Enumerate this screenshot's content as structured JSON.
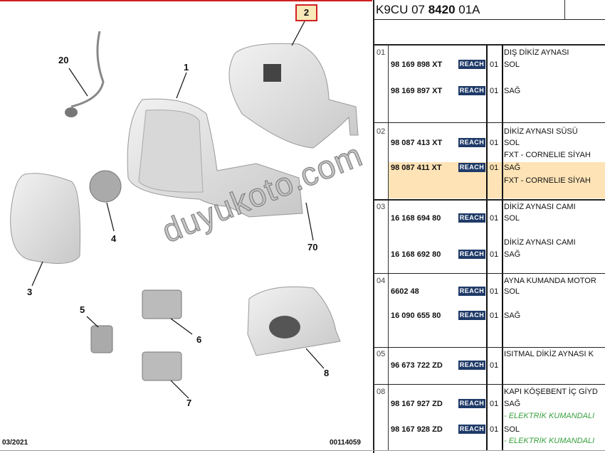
{
  "diagram": {
    "callouts": [
      "20",
      "1",
      "2",
      "3",
      "4",
      "5",
      "6",
      "7",
      "8",
      "70"
    ],
    "date": "03/2021",
    "code": "00114059",
    "highlight_color": "#d02020"
  },
  "table": {
    "header": {
      "prefix": "K9CU 07 ",
      "bold": "8420",
      "suffix": " 01A"
    },
    "sections": [
      {
        "num": "01",
        "title": "DIŞ DİKİZ AYNASI",
        "rows": [
          {
            "part": "98 169 898 XT",
            "qty": "01",
            "side": "SOL"
          },
          {
            "part": "98 169 897 XT",
            "qty": "01",
            "side": "SAĞ"
          }
        ]
      },
      {
        "num": "02",
        "title": "DİKİZ AYNASI SÜSÜ",
        "rows": [
          {
            "part": "98 087 413 XT",
            "qty": "01",
            "side": "SOL",
            "note": "FXT - CORNELIE SİYAH"
          },
          {
            "part": "98 087 411 XT",
            "qty": "01",
            "side": "SAĞ",
            "note": "FXT - CORNELIE SİYAH",
            "selected": true
          }
        ]
      },
      {
        "num": "03",
        "title": "DİKİZ AYNASI CAMI",
        "rows": [
          {
            "part": "16 168 694 80",
            "qty": "01",
            "side": "SOL"
          },
          {
            "part": "16 168 692 80",
            "qty": "01",
            "side": "SAĞ",
            "title": "DİKİZ AYNASI CAMI"
          }
        ]
      },
      {
        "num": "04",
        "title": "AYNA KUMANDA MOTOR",
        "rows": [
          {
            "part": "6602 48",
            "qty": "01",
            "side": "SOL"
          },
          {
            "part": "16 090 655 80",
            "qty": "01",
            "side": "SAĞ"
          }
        ]
      },
      {
        "num": "05",
        "title": "ISITMAL DİKİZ AYNASI K",
        "rows": [
          {
            "part": "96 673 722 ZD",
            "qty": "01"
          }
        ]
      },
      {
        "num": "08",
        "title": "KAPI KÖŞEBENT İÇ GİYD",
        "rows": [
          {
            "part": "98 167 927 ZD",
            "qty": "01",
            "side": "SAĞ",
            "note": "- ELEKTRİK KUMANDALI"
          },
          {
            "part": "98 167 928 ZD",
            "qty": "01",
            "side": "SOL",
            "note": "- ELEKTRİK KUMANDALI"
          }
        ]
      }
    ],
    "badge": "REACH",
    "selected_color": "#fde3b6"
  },
  "watermark": "duyukoto.com"
}
